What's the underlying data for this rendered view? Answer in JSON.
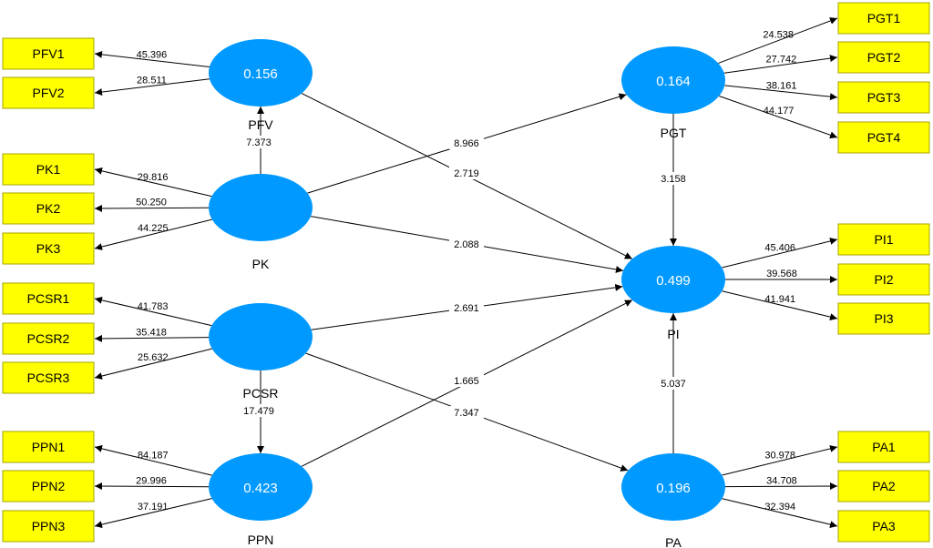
{
  "latents": [
    {
      "id": "PFV",
      "name": "PFV",
      "r2": "0.156"
    },
    {
      "id": "PK",
      "name": "PK",
      "r2": ""
    },
    {
      "id": "PCSR",
      "name": "PCSR",
      "r2": ""
    },
    {
      "id": "PPN",
      "name": "PPN",
      "r2": "0.423"
    },
    {
      "id": "PGT",
      "name": "PGT",
      "r2": "0.164"
    },
    {
      "id": "PI",
      "name": "PI",
      "r2": "0.499"
    },
    {
      "id": "PA",
      "name": "PA",
      "r2": "0.196"
    }
  ],
  "indicators": [
    {
      "id": "PFV1",
      "label": "PFV1",
      "latent": "PFV",
      "tstat": "45.396"
    },
    {
      "id": "PFV2",
      "label": "PFV2",
      "latent": "PFV",
      "tstat": "28.511"
    },
    {
      "id": "PK1",
      "label": "PK1",
      "latent": "PK",
      "tstat": "29.816"
    },
    {
      "id": "PK2",
      "label": "PK2",
      "latent": "PK",
      "tstat": "50.250"
    },
    {
      "id": "PK3",
      "label": "PK3",
      "latent": "PK",
      "tstat": "44.225"
    },
    {
      "id": "PCSR1",
      "label": "PCSR1",
      "latent": "PCSR",
      "tstat": "41.783"
    },
    {
      "id": "PCSR2",
      "label": "PCSR2",
      "latent": "PCSR",
      "tstat": "35.418"
    },
    {
      "id": "PCSR3",
      "label": "PCSR3",
      "latent": "PCSR",
      "tstat": "25.632"
    },
    {
      "id": "PPN1",
      "label": "PPN1",
      "latent": "PPN",
      "tstat": "84.187"
    },
    {
      "id": "PPN2",
      "label": "PPN2",
      "latent": "PPN",
      "tstat": "29.996"
    },
    {
      "id": "PPN3",
      "label": "PPN3",
      "latent": "PPN",
      "tstat": "37.191"
    },
    {
      "id": "PGT1",
      "label": "PGT1",
      "latent": "PGT",
      "tstat": "24.538"
    },
    {
      "id": "PGT2",
      "label": "PGT2",
      "latent": "PGT",
      "tstat": "27.742"
    },
    {
      "id": "PGT3",
      "label": "PGT3",
      "latent": "PGT",
      "tstat": "38.161"
    },
    {
      "id": "PGT4",
      "label": "PGT4",
      "latent": "PGT",
      "tstat": "44.177"
    },
    {
      "id": "PI1",
      "label": "PI1",
      "latent": "PI",
      "tstat": "45.406"
    },
    {
      "id": "PI2",
      "label": "PI2",
      "latent": "PI",
      "tstat": "39.568"
    },
    {
      "id": "PI3",
      "label": "PI3",
      "latent": "PI",
      "tstat": "41.941"
    },
    {
      "id": "PA1",
      "label": "PA1",
      "latent": "PA",
      "tstat": "30.978"
    },
    {
      "id": "PA2",
      "label": "PA2",
      "latent": "PA",
      "tstat": "34.708"
    },
    {
      "id": "PA3",
      "label": "PA3",
      "latent": "PA",
      "tstat": "32.394"
    }
  ],
  "paths": [
    {
      "from": "PK",
      "to": "PFV",
      "tstat": "7.373"
    },
    {
      "from": "PK",
      "to": "PGT",
      "tstat": "8.966"
    },
    {
      "from": "PFV",
      "to": "PI",
      "tstat": "2.719"
    },
    {
      "from": "PK",
      "to": "PI",
      "tstat": "2.088"
    },
    {
      "from": "PCSR",
      "to": "PI",
      "tstat": "2.691"
    },
    {
      "from": "PPN",
      "to": "PI",
      "tstat": "1.665"
    },
    {
      "from": "PCSR",
      "to": "PA",
      "tstat": "7.347"
    },
    {
      "from": "PCSR",
      "to": "PPN",
      "tstat": "17.479"
    },
    {
      "from": "PGT",
      "to": "PI",
      "tstat": "3.158"
    },
    {
      "from": "PA",
      "to": "PI",
      "tstat": "5.037"
    }
  ],
  "colors": {
    "latent_fill": "#0099ff",
    "indicator_fill": "#ffff00",
    "line": "#000000"
  }
}
